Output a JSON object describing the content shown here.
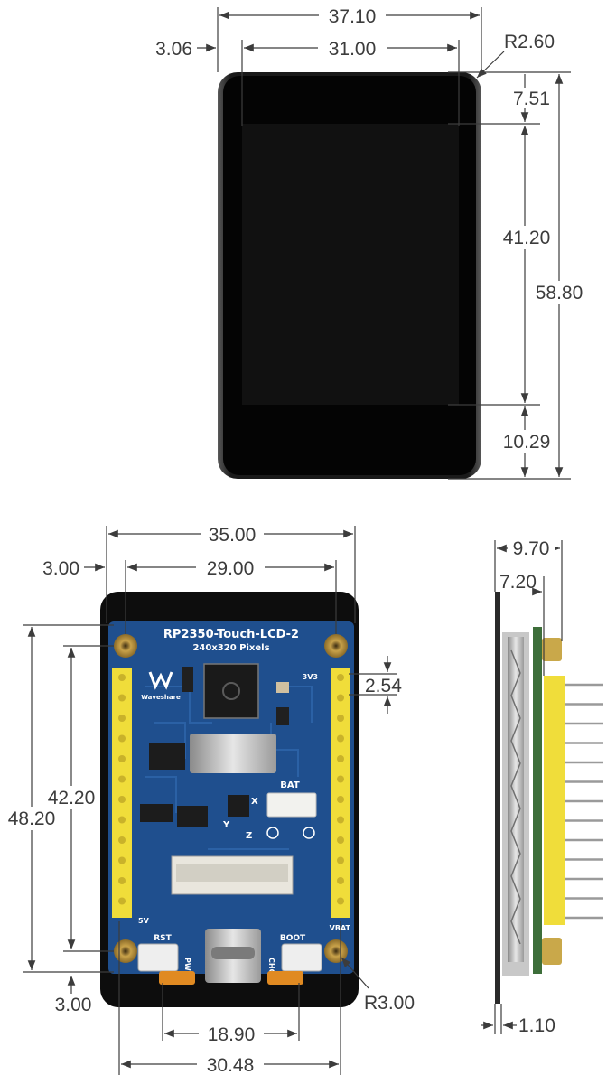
{
  "front": {
    "overall_width": "37.10",
    "bezel_side": "3.06",
    "screen_width": "31.00",
    "corner_radius": "R2.60",
    "top_margin": "7.51",
    "screen_height": "41.20",
    "overall_height": "58.80",
    "bottom_margin": "10.29"
  },
  "back": {
    "overall_width": "35.00",
    "hole_offset_x": "3.00",
    "hole_spacing_x": "29.00",
    "hole_spacing_y": "42.20",
    "overall_height": "48.20",
    "pin_pitch": "2.54",
    "hole_offset_y": "3.00",
    "hole_radius": "R3.00",
    "button_spacing": "18.90",
    "header_spacing": "30.48",
    "silk_title": "RP2350-Touch-LCD-2",
    "silk_subtitle": "240x320 Pixels",
    "label_bat": "BAT",
    "label_rst": "RST",
    "label_boot": "BOOT",
    "label_pwr": "PWR",
    "label_chg": "CHG",
    "label_vbat": "VBAT",
    "label_5v": "5V",
    "label_3v3": "3V3",
    "label_x": "X",
    "label_y": "Y",
    "label_z": "Z",
    "brand": "Waveshare"
  },
  "side": {
    "overall_depth": "9.70",
    "board_depth": "7.20",
    "glass_thickness": "1.10"
  },
  "colors": {
    "pcb": "#1f4f8e",
    "bezel": "#0a0a0a",
    "header": "#f0dd3a",
    "dimension": "#3c3c3c"
  }
}
